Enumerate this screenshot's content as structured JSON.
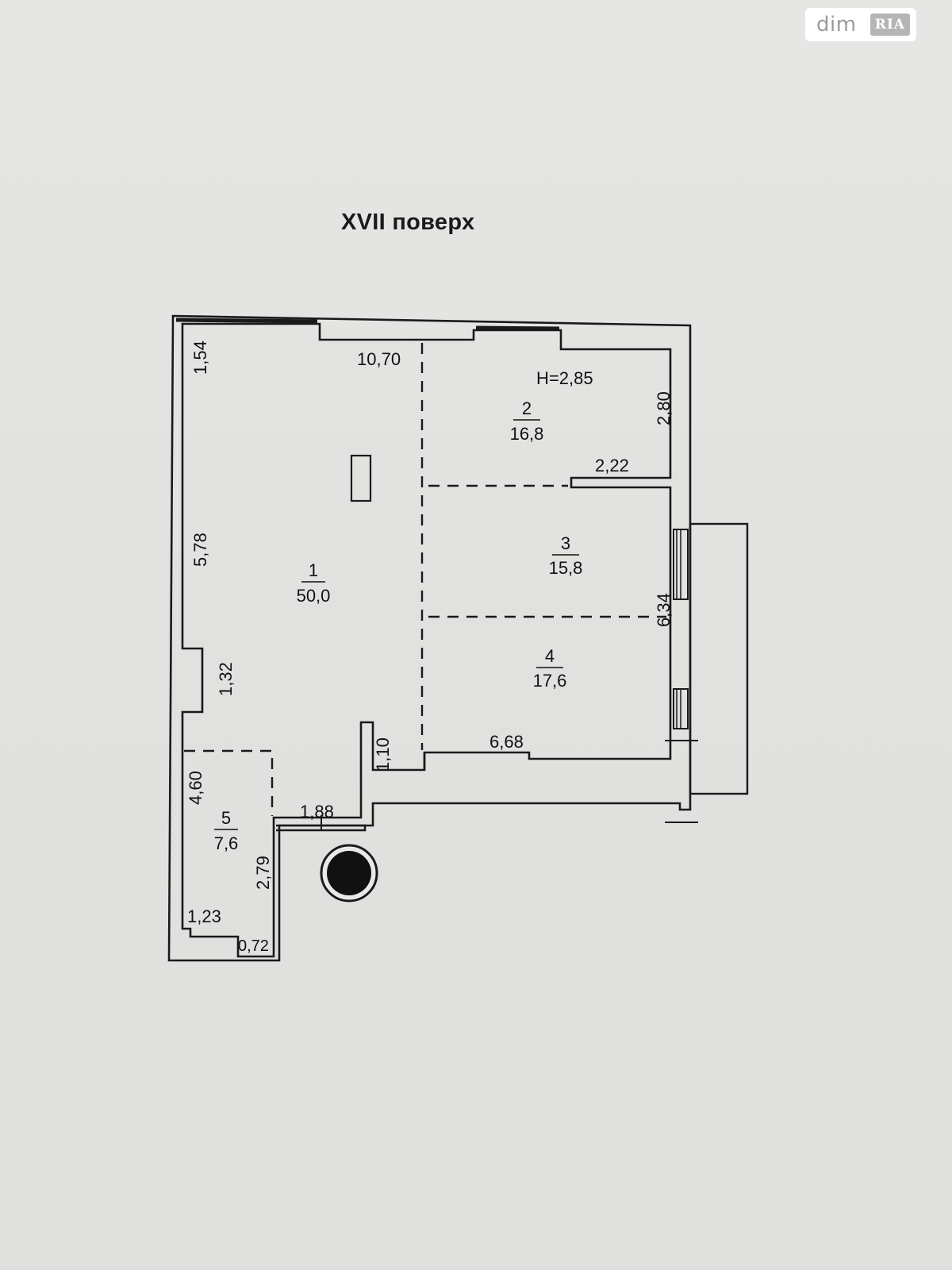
{
  "watermark": {
    "primary": "dim",
    "secondary": "RIA"
  },
  "floor_title": "XVII поверх",
  "ceiling_height": "H=2,85",
  "rooms": [
    {
      "number": "1",
      "area": "50,0"
    },
    {
      "number": "2",
      "area": "16,8"
    },
    {
      "number": "3",
      "area": "15,8"
    },
    {
      "number": "4",
      "area": "17,6"
    },
    {
      "number": "5",
      "area": "7,6"
    }
  ],
  "dimensions": {
    "top_wall": "10,70",
    "left_upper": "1,54",
    "left_middle": "5,78",
    "left_niche": "1,32",
    "room5_left": "4,60",
    "room2_right": "2,80",
    "room2_bottom": "2,22",
    "right_wall": "6,34",
    "room4_bottom": "6,68",
    "partition": "1,10",
    "entrance": "1,88",
    "room5_right": "2,79",
    "room5_bottom": "1,23",
    "room5_step": "0,72"
  },
  "colors": {
    "paper": "#e4e4e2",
    "ink": "#1a1a1a"
  }
}
